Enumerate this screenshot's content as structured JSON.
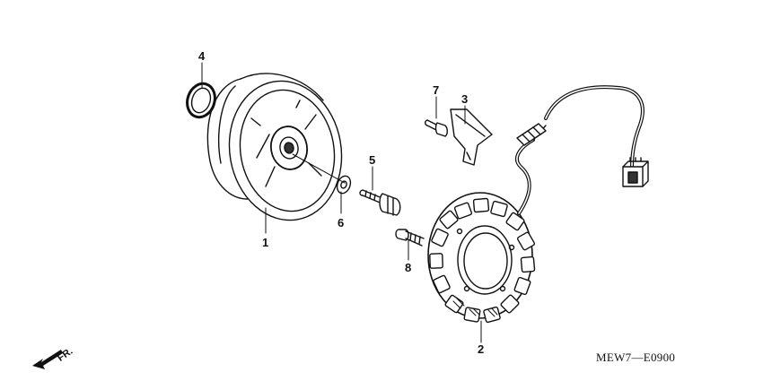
{
  "diagram": {
    "drawing_code": "MEW7—E0900",
    "direction_label": "FR.",
    "callouts": [
      {
        "id": "c1",
        "label": "1"
      },
      {
        "id": "c2",
        "label": "2"
      },
      {
        "id": "c3",
        "label": "3"
      },
      {
        "id": "c4",
        "label": "4"
      },
      {
        "id": "c5",
        "label": "5"
      },
      {
        "id": "c6",
        "label": "6"
      },
      {
        "id": "c7",
        "label": "7"
      },
      {
        "id": "c8",
        "label": "8"
      }
    ]
  },
  "colors": {
    "ink": "#111111",
    "background": "#ffffff"
  }
}
